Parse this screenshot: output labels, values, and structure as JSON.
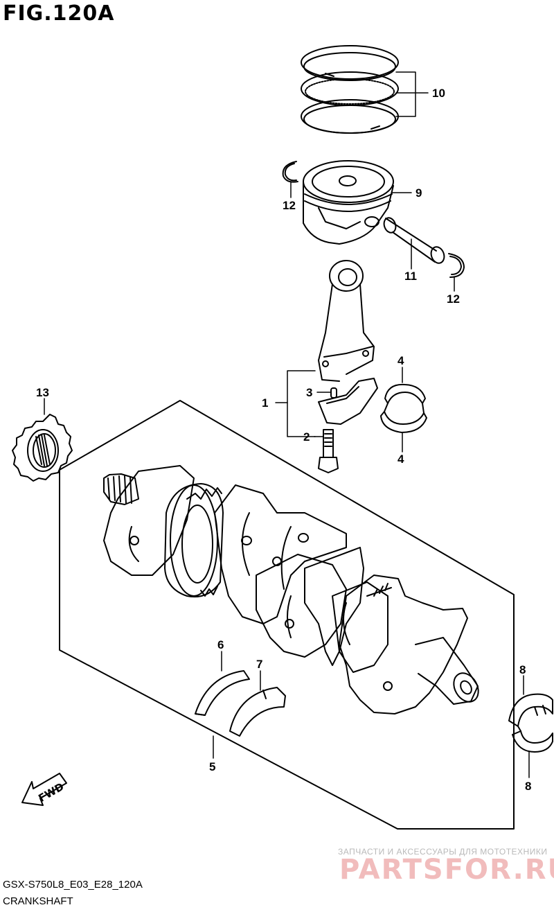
{
  "figure": {
    "title": "FIG.120A",
    "model_code": "GSX-S750L8_E03_E28_120A",
    "section_name": "CRANKSHAFT"
  },
  "callouts": [
    {
      "id": "c10",
      "text": "10"
    },
    {
      "id": "c9",
      "text": "9"
    },
    {
      "id": "c12a",
      "text": "12"
    },
    {
      "id": "c11",
      "text": "11"
    },
    {
      "id": "c12b",
      "text": "12"
    },
    {
      "id": "c4a",
      "text": "4"
    },
    {
      "id": "c13",
      "text": "13"
    },
    {
      "id": "c3",
      "text": "3"
    },
    {
      "id": "c1",
      "text": "1"
    },
    {
      "id": "c2",
      "text": "2"
    },
    {
      "id": "c4b",
      "text": "4"
    },
    {
      "id": "c6",
      "text": "6"
    },
    {
      "id": "c7",
      "text": "7"
    },
    {
      "id": "c8a",
      "text": "8"
    },
    {
      "id": "c5",
      "text": "5"
    },
    {
      "id": "c8b",
      "text": "8"
    }
  ],
  "direction_arrow": {
    "text": "FWD"
  },
  "watermark": {
    "tagline": "ЗАПЧАСТИ И АКСЕССУАРЫ ДЛЯ МОТОТЕХНИКИ",
    "brand": "PARTSFOR.RU"
  }
}
